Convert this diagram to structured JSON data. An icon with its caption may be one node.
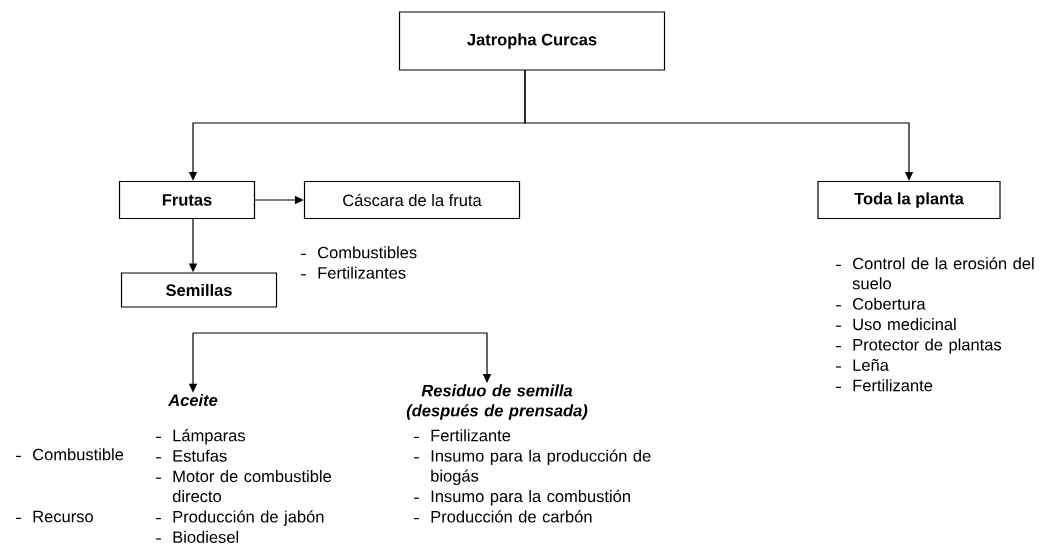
{
  "diagram": {
    "nodes": [
      {
        "text": [
          "Jatropha Curcas"
        ]
      },
      {
        "text": [
          "Frutas"
        ]
      },
      {
        "text": [
          "Cáscara de la fruta"
        ],
        "beside": [
          "Combustibles",
          "Fertilizantes"
        ]
      },
      {
        "text": [
          "Toda la planta"
        ],
        "beside": [
          "Control de la erosión del suelo",
          "Cobertura",
          "Uso medicinal",
          "Protector de plantas",
          "Leña",
          "Fertilizante"
        ]
      },
      {
        "text": [
          "Semillas"
        ]
      },
      {
        "text": [
          "Aceite"
        ],
        "beside": [
          "Lámparas",
          "Estufas",
          "Motor de combustible directo",
          "Producción de jabón",
          "Biodiesel"
        ]
      },
      {
        "text": [
          "Residuo de semilla (después de prensada)"
        ],
        "beside": [
          "Fertilizante",
          "Insumo para la producción de biogás",
          "Insumo para la combustión",
          "Producción de carbón"
        ]
      }
    ],
    "edges": [
      {
        "from": 0,
        "to": 1,
        "arrow": "to"
      },
      {
        "from": 0,
        "to": 3,
        "arrow": "to"
      },
      {
        "from": 1,
        "to": 2,
        "arrow": "to"
      },
      {
        "from": 1,
        "to": 4,
        "arrow": "to"
      },
      {
        "from": null,
        "to": 5,
        "arrow": "to"
      },
      {
        "from": null,
        "to": 6,
        "arrow": "to"
      }
    ],
    "labels": [
      "Combustible",
      "Recurso"
    ]
  }
}
